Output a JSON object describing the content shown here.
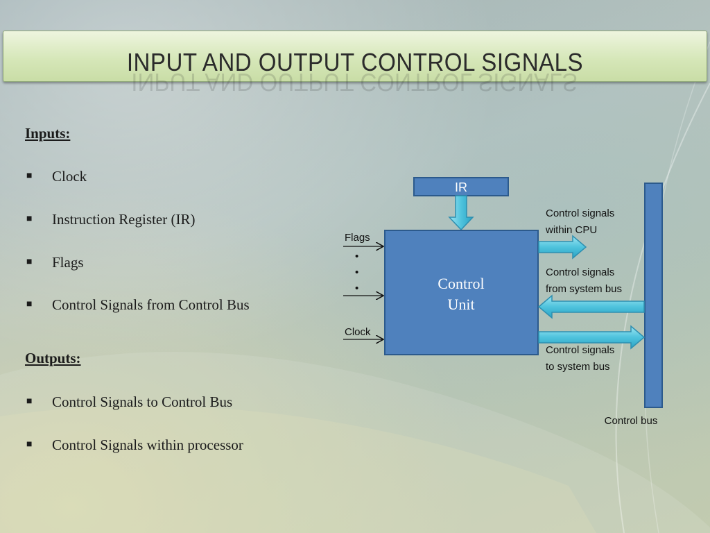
{
  "title": "INPUT AND OUTPUT CONTROL SIGNALS",
  "inputs": {
    "heading": "Inputs:",
    "items": [
      "Clock",
      "Instruction Register (IR)",
      "Flags",
      "Control Signals from Control Bus"
    ]
  },
  "outputs": {
    "heading": "Outputs:",
    "items": [
      "Control Signals to Control Bus",
      "Control Signals within processor"
    ]
  },
  "diagram": {
    "ir": "IR",
    "control_unit": [
      "Control",
      "Unit"
    ],
    "flags": "Flags",
    "clock": "Clock",
    "dot": "•",
    "within_cpu": [
      "Control signals",
      "within CPU"
    ],
    "from_bus": [
      "Control signals",
      "from system bus"
    ],
    "to_bus": [
      "Control signals",
      "to system bus"
    ],
    "control_bus": "Control bus",
    "colors": {
      "box": "#4f81bd",
      "box_border": "#2c5a8c",
      "arrow": "#4fc3dd",
      "arrow_border": "#2e8fb0"
    }
  }
}
